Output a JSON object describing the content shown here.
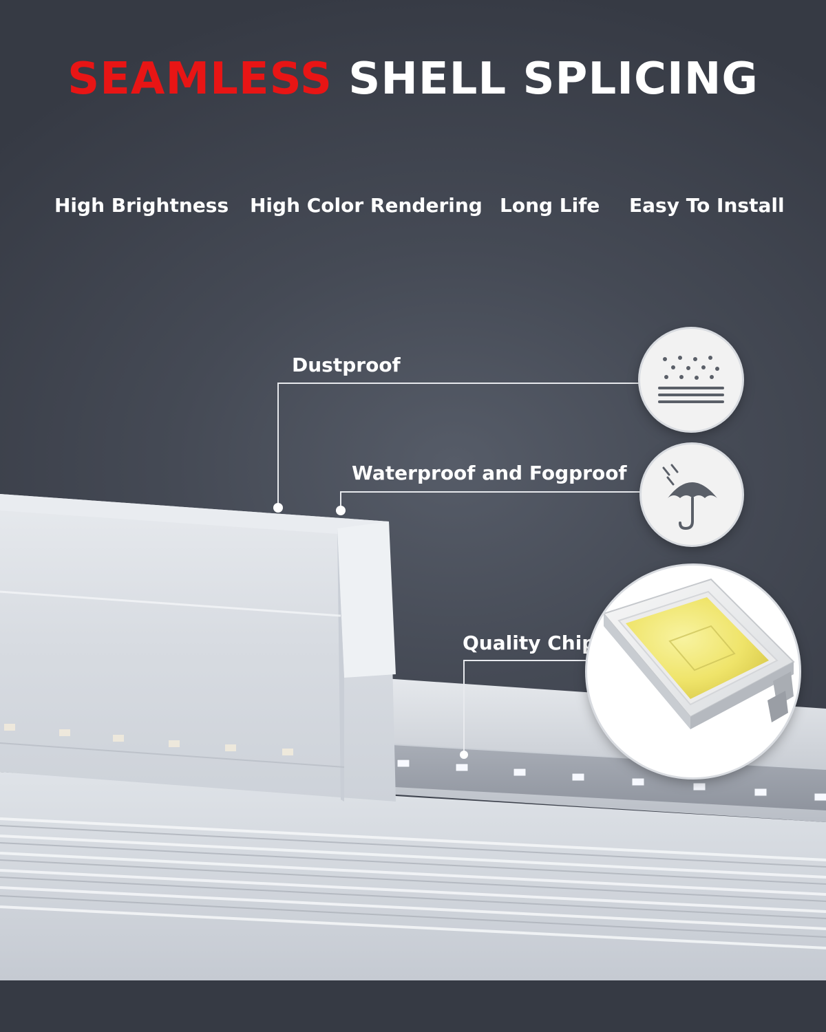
{
  "header": {
    "title_accent": "SEAMLESS",
    "title_rest": "SHELL SPLICING",
    "accent_color": "#e81515"
  },
  "features": [
    {
      "label": "High Brightness"
    },
    {
      "label": "High Color Rendering"
    },
    {
      "label": "Long Life"
    },
    {
      "label": "Easy To Install"
    }
  ],
  "callouts": {
    "dustproof": {
      "label": "Dustproof",
      "icon": "dust-particles-icon"
    },
    "waterproof": {
      "label": "Waterproof and Fogproof",
      "icon": "umbrella-rain-icon"
    },
    "chip": {
      "label": "Quality Chip",
      "icon": "led-chip-icon"
    }
  }
}
